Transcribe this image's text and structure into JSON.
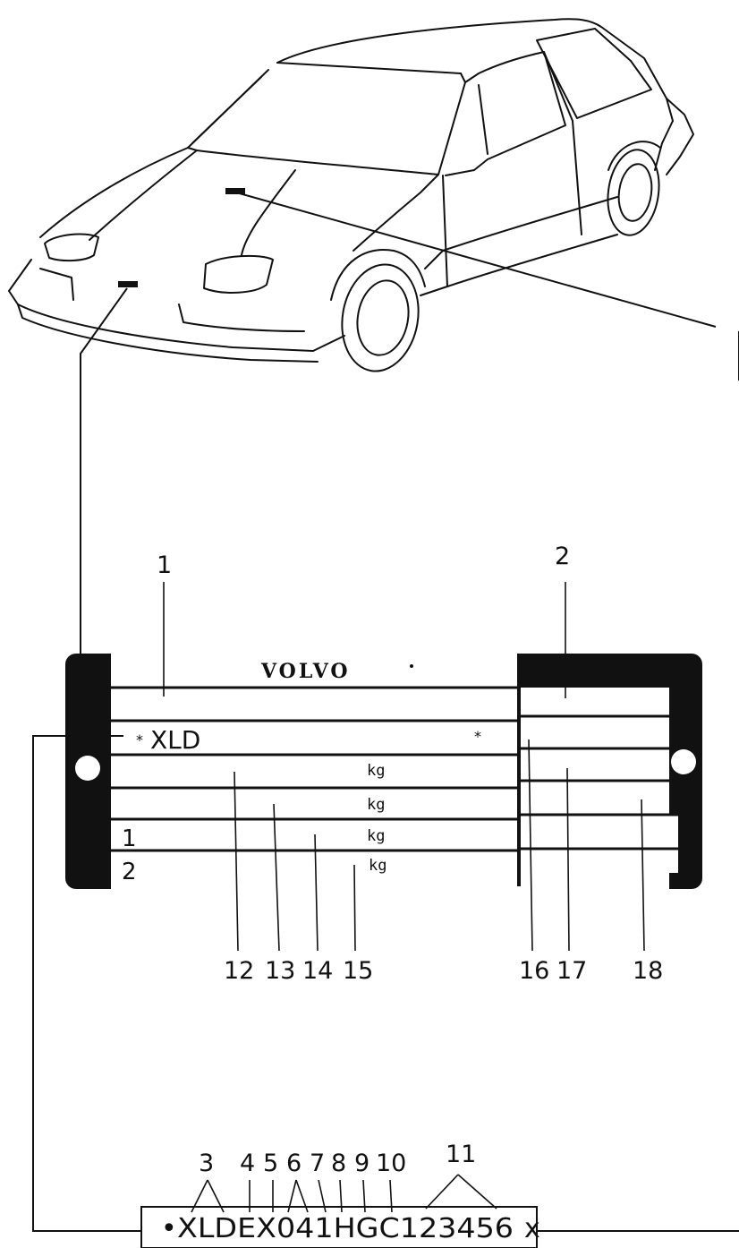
{
  "plate": {
    "brand": "VOLVO",
    "vin_prefix": "XLD",
    "unit": "kg",
    "axle_1": "1",
    "axle_2": "2"
  },
  "vin": {
    "text": "XLDEX041HGC123456"
  },
  "callouts": {
    "c1": "1",
    "c2": "2",
    "c3": "3",
    "c4": "4",
    "c5": "5",
    "c6": "6",
    "c7": "7",
    "c8": "8",
    "c9": "9",
    "c10": "10",
    "c11": "11",
    "c12": "12",
    "c13": "13",
    "c14": "14",
    "c15": "15",
    "c16": "16",
    "c17": "17",
    "c18": "18"
  }
}
